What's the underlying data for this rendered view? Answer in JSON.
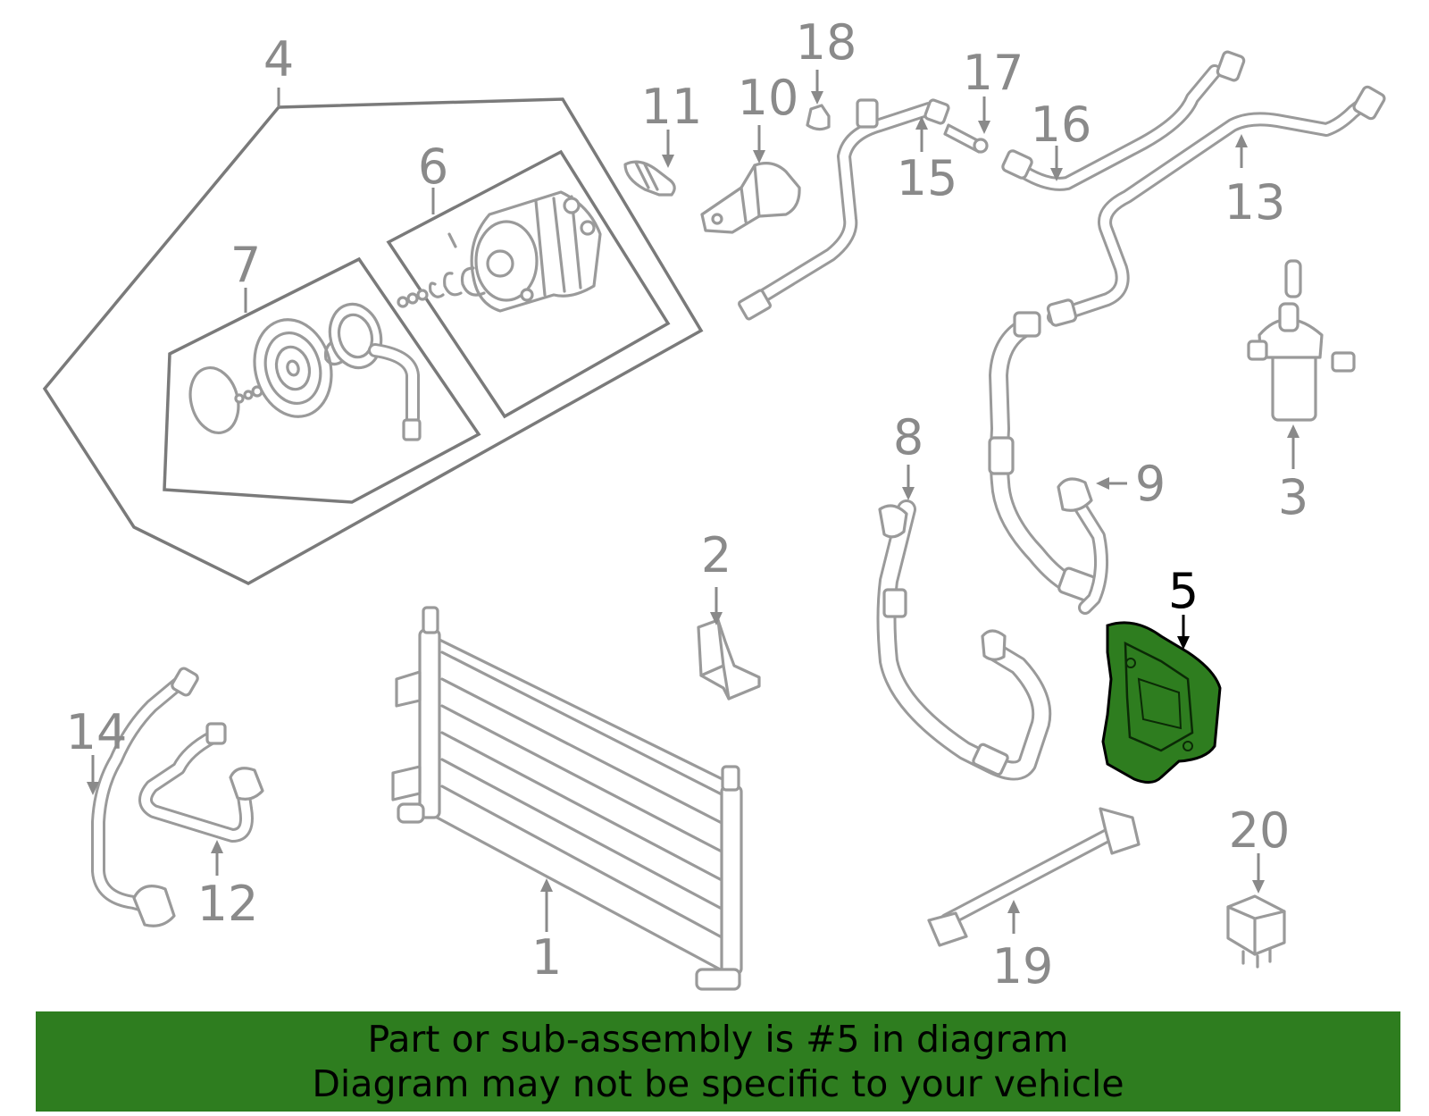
{
  "diagram": {
    "highlight_color": "#2e7d1f",
    "callouts": [
      {
        "id": "c1",
        "label": "1"
      },
      {
        "id": "c2",
        "label": "2"
      },
      {
        "id": "c3",
        "label": "3"
      },
      {
        "id": "c4",
        "label": "4"
      },
      {
        "id": "c5",
        "label": "5",
        "highlighted": true
      },
      {
        "id": "c6",
        "label": "6"
      },
      {
        "id": "c7",
        "label": "7"
      },
      {
        "id": "c8",
        "label": "8"
      },
      {
        "id": "c9",
        "label": "9"
      },
      {
        "id": "c10",
        "label": "10"
      },
      {
        "id": "c11",
        "label": "11"
      },
      {
        "id": "c12",
        "label": "12"
      },
      {
        "id": "c13",
        "label": "13"
      },
      {
        "id": "c14",
        "label": "14"
      },
      {
        "id": "c15",
        "label": "15"
      },
      {
        "id": "c16",
        "label": "16"
      },
      {
        "id": "c17",
        "label": "17"
      },
      {
        "id": "c18",
        "label": "18"
      },
      {
        "id": "c19",
        "label": "19"
      },
      {
        "id": "c20",
        "label": "20"
      }
    ]
  },
  "banner": {
    "line1": "Part or sub-assembly is #5 in diagram",
    "line2": "Diagram may not be specific to your vehicle"
  }
}
